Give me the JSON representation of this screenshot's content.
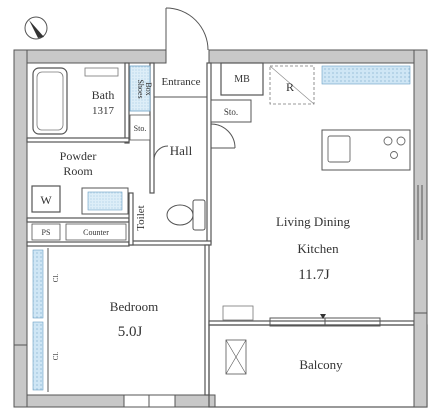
{
  "rooms": {
    "bath": "Bath",
    "bath_size": "1317",
    "shoes_box_1": "Shoes",
    "shoes_box_2": "Box",
    "entrance": "Entrance",
    "mb": "MB",
    "refrigerator": "R",
    "storage_hall": "Sto.",
    "storage_bath": "Sto.",
    "hall": "Hall",
    "powder_room_1": "Powder",
    "powder_room_2": "Room",
    "washer": "W",
    "ps": "PS",
    "counter": "Counter",
    "toilet": "Toilet",
    "ldk_1": "Living Dining",
    "ldk_2": "Kitchen",
    "ldk_size": "11.7J",
    "bedroom": "Bedroom",
    "bedroom_size": "5.0J",
    "closet_1": "Cl.",
    "closet_2": "Cl.",
    "balcony": "Balcony"
  },
  "colors": {
    "wall": "#555555",
    "wall_fill": "#c8c8c8",
    "storage_blue": "#cfe6f5",
    "line": "#666666"
  }
}
